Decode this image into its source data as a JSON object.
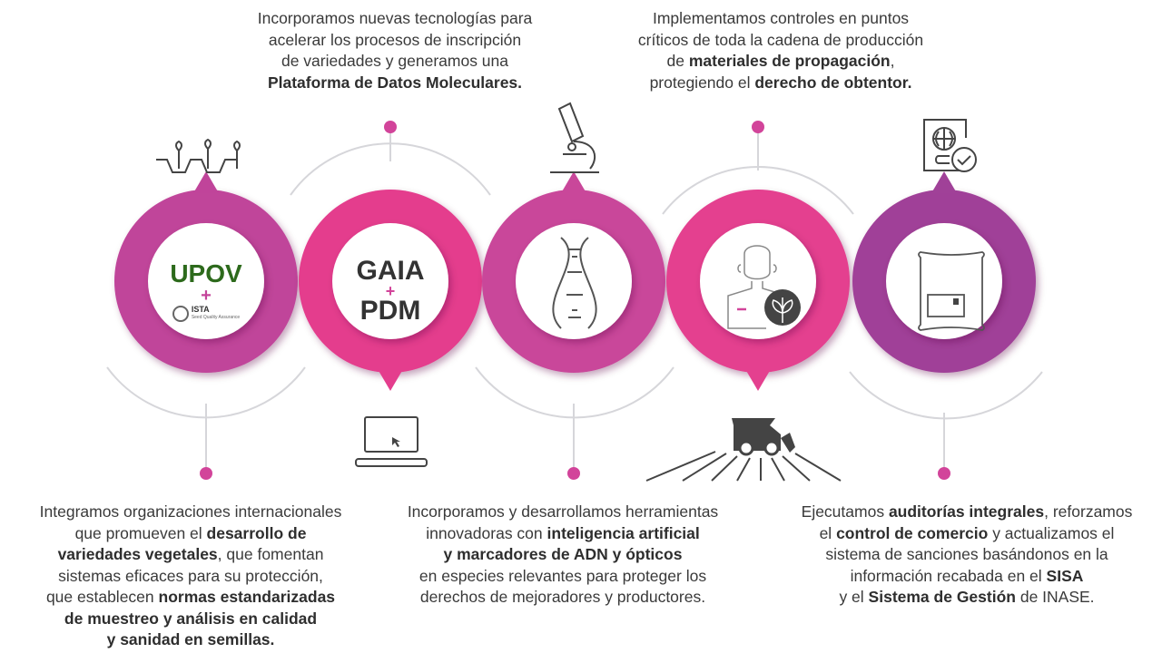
{
  "colors": {
    "circle_1": "#c0449a",
    "circle_2": "#e43d8d",
    "circle_3": "#c9479a",
    "circle_4": "#e4408f",
    "circle_5": "#a04198",
    "arc": "#d4d4d8",
    "dot": "#d2449a",
    "icon": "#444444"
  },
  "circles": [
    {
      "logo_top": "UPOV",
      "plus": "+",
      "logo_bottom": "ISTA",
      "logo_bottom_sub": "Seed Quality Assurance",
      "top_icon": "seedlings-icon"
    },
    {
      "logo_top": "GAIA",
      "plus": "+",
      "logo_bottom": "PDM",
      "bottom_icon": "laptop-icon"
    },
    {
      "center_icon": "dna-icon",
      "top_icon": "microscope-icon"
    },
    {
      "center_icon": "inspector-plant-icon",
      "bottom_icon": "harvester-icon"
    },
    {
      "center_icon": "seed-bag-icon",
      "top_icon": "certificate-globe-icon"
    }
  ],
  "texts": {
    "top_2": [
      [
        {
          "t": "Incorporamos nuevas tecnologías para"
        }
      ],
      [
        {
          "t": "acelerar los procesos de inscripción"
        }
      ],
      [
        {
          "t": "de variedades y generamos una"
        }
      ],
      [
        {
          "t": "Plataforma de Datos Moleculares.",
          "b": true
        }
      ]
    ],
    "top_4": [
      [
        {
          "t": "Implementamos controles en puntos"
        }
      ],
      [
        {
          "t": "críticos de toda la cadena de producción"
        }
      ],
      [
        {
          "t": "de "
        },
        {
          "t": "materiales de propagación",
          "b": true
        },
        {
          "t": ","
        }
      ],
      [
        {
          "t": "protegiendo el "
        },
        {
          "t": "derecho de obtentor.",
          "b": true
        }
      ]
    ],
    "bottom_1": [
      [
        {
          "t": "Integramos organizaciones internacionales"
        }
      ],
      [
        {
          "t": "que promueven el "
        },
        {
          "t": "desarrollo de",
          "b": true
        }
      ],
      [
        {
          "t": "variedades vegetales",
          "b": true
        },
        {
          "t": ", que fomentan"
        }
      ],
      [
        {
          "t": "sistemas eficaces para su protección,"
        }
      ],
      [
        {
          "t": "que establecen "
        },
        {
          "t": "normas estandarizadas",
          "b": true
        }
      ],
      [
        {
          "t": "de muestreo y análisis en calidad",
          "b": true
        }
      ],
      [
        {
          "t": "y sanidad en semillas.",
          "b": true
        }
      ]
    ],
    "bottom_3": [
      [
        {
          "t": "Incorporamos y desarrollamos herramientas"
        }
      ],
      [
        {
          "t": "innovadoras con "
        },
        {
          "t": "inteligencia artificial",
          "b": true
        }
      ],
      [
        {
          "t": "y marcadores de ADN y ópticos",
          "b": true
        }
      ],
      [
        {
          "t": "en especies relevantes para proteger los"
        }
      ],
      [
        {
          "t": "derechos de mejoradores y productores."
        }
      ]
    ],
    "bottom_5": [
      [
        {
          "t": "Ejecutamos "
        },
        {
          "t": "auditorías integrales",
          "b": true
        },
        {
          "t": ", reforzamos"
        }
      ],
      [
        {
          "t": "el "
        },
        {
          "t": "control de comercio",
          "b": true
        },
        {
          "t": " y actualizamos el"
        }
      ],
      [
        {
          "t": "sistema de sanciones basándonos en la"
        }
      ],
      [
        {
          "t": "información recabada en el "
        },
        {
          "t": "SISA",
          "b": true
        }
      ],
      [
        {
          "t": "y el "
        },
        {
          "t": "Sistema de Gestión",
          "b": true
        },
        {
          "t": " de INASE."
        }
      ]
    ]
  }
}
